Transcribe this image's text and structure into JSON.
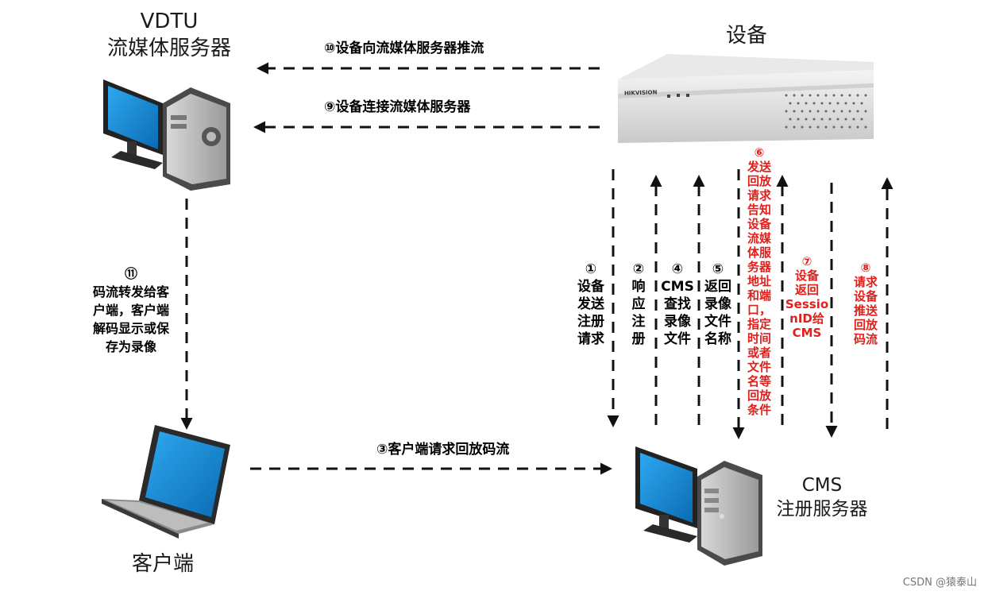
{
  "nodes": {
    "vdtu": {
      "title": "VDTU",
      "subtitle": "流媒体服务器"
    },
    "device": {
      "title": "设备",
      "brand": "HIKVISION"
    },
    "cms": {
      "title": "CMS",
      "subtitle": "注册服务器"
    },
    "client": {
      "title": "客户端"
    }
  },
  "steps": {
    "s1": "①\n设备\n发送\n注册\n请求",
    "s2": "②\n响\n应\n注\n册",
    "s3": "③客户端请求回放码流",
    "s4": "④\nCMS\n查找\n录像\n文件",
    "s5": "⑤\n返回\n录像\n文件\n名称",
    "s6": "⑥\n发送\n回放\n请求\n告知\n设备\n流媒\n体服\n务器\n地址\n和端\n口，\n指定\n时间\n或者\n文件\n名等\n回放\n条件",
    "s7": "⑦\n设备\n返回\nSessio\nnID给\nCMS",
    "s8": "⑧\n请求\n设备\n推送\n回放\n码流",
    "s9": "⑨设备连接流媒体服务器",
    "s10": "⑩设备向流媒体服务器推流",
    "s11": "⑪\n码流转发给客\n户端，客户端\n解码显示或保\n存为录像"
  },
  "colors": {
    "accent_red": "#e0201b",
    "arrow": "#111111",
    "screen_blue": "#1f8fd6"
  },
  "watermark": "CSDN @猿泰山"
}
